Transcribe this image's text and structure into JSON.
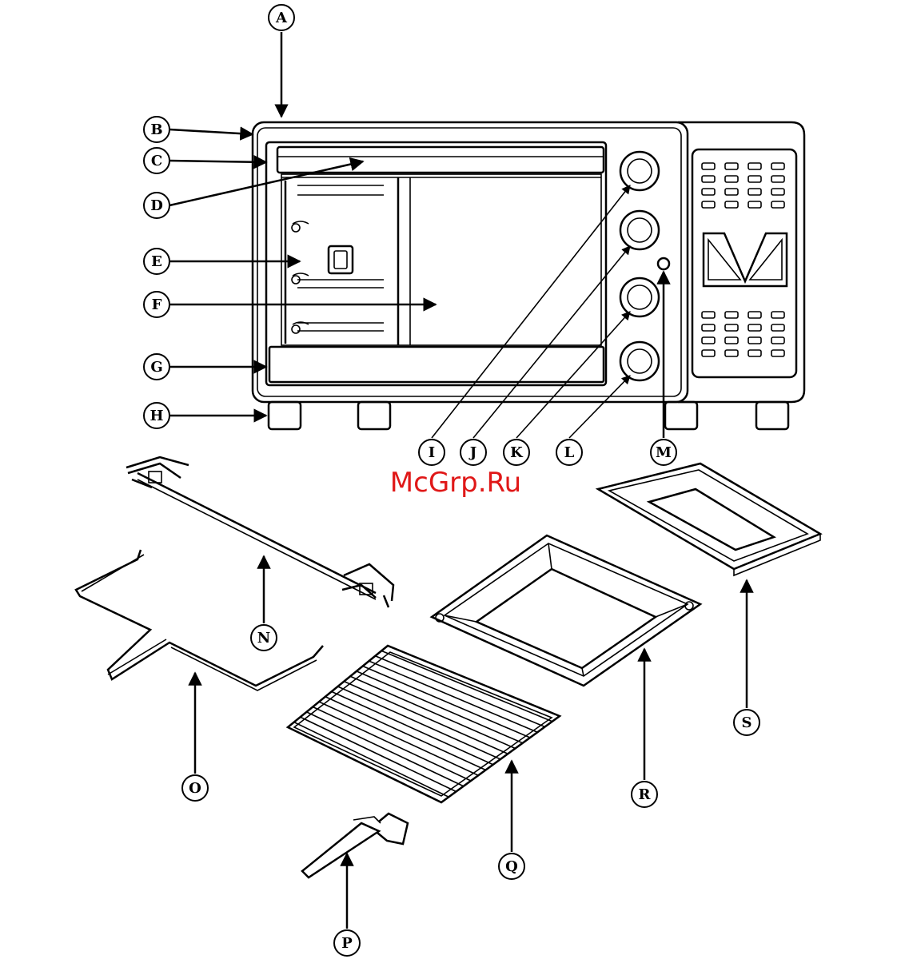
{
  "watermark": "McGrp.Ru",
  "labels": {
    "A": "A",
    "B": "B",
    "C": "C",
    "D": "D",
    "E": "E",
    "F": "F",
    "G": "G",
    "H": "H",
    "I": "I",
    "J": "J",
    "K": "K",
    "L": "L",
    "M": "M",
    "N": "N",
    "O": "O",
    "P": "P",
    "Q": "Q",
    "R": "R",
    "S": "S"
  }
}
